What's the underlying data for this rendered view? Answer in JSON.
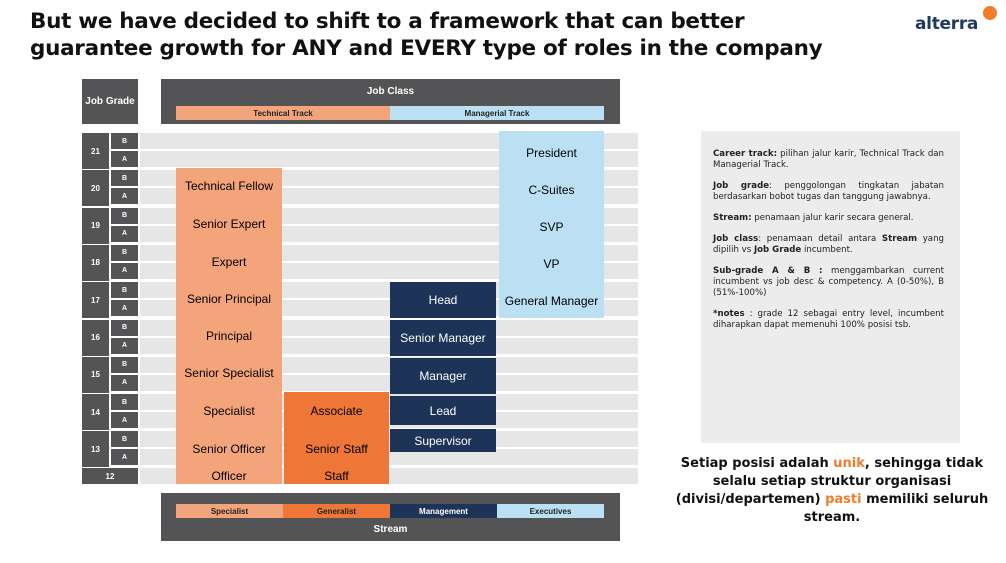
{
  "title": "But we have decided to shift to a framework that can better guarantee growth for ANY and EVERY type of roles in the company",
  "logo": "alterra",
  "header": {
    "job_grade": "Job Grade",
    "job_class": "Job Class",
    "technical_track": "Technical Track",
    "managerial_track": "Managerial Track"
  },
  "grades": [
    "21",
    "20",
    "19",
    "18",
    "17",
    "16",
    "15",
    "14",
    "13"
  ],
  "grade_12": "12",
  "sub_b": "B",
  "sub_a": "A",
  "specialist": [
    "Technical Fellow",
    "Senior Expert",
    "Expert",
    "Senior Principal",
    "Principal",
    "Senior Specialist",
    "Specialist",
    "Senior Officer",
    "Officer"
  ],
  "generalist": [
    "Associate",
    "Senior Staff",
    "Staff"
  ],
  "management": [
    "Head",
    "Senior Manager",
    "Manager",
    "Lead",
    "Supervisor"
  ],
  "executives": [
    "President",
    "C-Suites",
    "SVP",
    "VP",
    "General Manager"
  ],
  "stream": {
    "specialist": "Specialist",
    "generalist": "Generalist",
    "management": "Management",
    "executives": "Executives",
    "title": "Stream"
  },
  "notes": [
    {
      "term": "Career track:",
      "text": " pilihan jalur karir, Technical Track dan Managerial Track."
    },
    {
      "term": "Job grade",
      "text": ": penggolongan tingkatan jabatan berdasarkan bobot tugas dan tanggung jawabnya."
    },
    {
      "term": "Stream:",
      "text": " penamaan jalur karir secara general."
    },
    {
      "term": "Job class",
      "text": ": penamaan detail antara ",
      "term2": "Stream",
      "text2": " yang dipilih vs ",
      "term3": "Job Grade",
      "text3": " incumbent."
    },
    {
      "term": "Sub-grade A & B :",
      "text": " menggambarkan current incumbent vs job desc & competency. A (0-50%), B (51%-100%)"
    },
    {
      "term": "*notes",
      "text": " : grade 12 sebagai entry level, incumbent diharapkan dapat memenuhi 100% posisi tsb."
    }
  ],
  "caption": {
    "p1": "Setiap posisi adalah ",
    "unik": "unik",
    "p2": ", sehingga tidak selalu setiap struktur organisasi (divisi/departemen) ",
    "pasti": "pasti",
    "p3": " memiliki seluruh stream."
  },
  "colors": {
    "specialist": "#f4a47a",
    "generalist": "#ee7737",
    "management": "#1d3357",
    "executives": "#bbdff3",
    "accent": "#f07d2a"
  }
}
